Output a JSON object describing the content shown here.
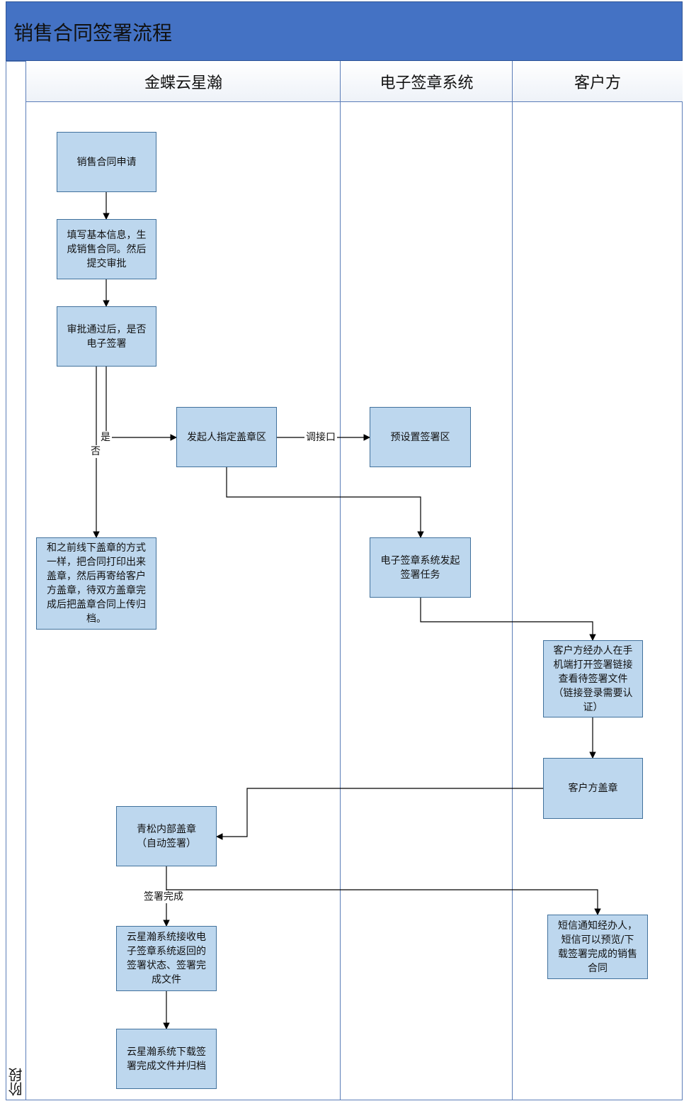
{
  "title": "销售合同签署流程",
  "phase_label": "阶段",
  "lanes": [
    "金蝶云星瀚",
    "电子签章系统",
    "客户方"
  ],
  "nodes": {
    "n1": "销售合同申请",
    "n2": "填写基本信息，生\n成销售合同。然后\n提交审批",
    "n3": "审批通过后，是否\n电子签署",
    "n4": "发起人指定盖章区",
    "n5": "预设置签署区",
    "n6": "和之前线下盖章的方式\n一样，把合同打印出来\n盖章，然后再寄给客户\n方盖章，待双方盖章完\n成后把盖章合同上传归\n档。",
    "n7": "电子签章系统发起\n签署任务",
    "n8": "客户方经办人在手\n机端打开签署链接\n查看待签署文件\n（链接登录需要认\n证）",
    "n9": "客户方盖章",
    "n10": "青松内部盖章\n（自动签署）",
    "n11": "短信通知经办人，\n短信可以预览/下\n载签署完成的销售\n合同",
    "n12": "云星瀚系统接收电\n子签章系统返回的\n签署状态、签署完\n成文件",
    "n13": "云星瀚系统下载签\n署完成文件并归档"
  },
  "edge_labels": {
    "yes": "是",
    "no": "否",
    "interface": "调接口",
    "done": "签署完成"
  },
  "colors": {
    "title_bar": "#4472c4",
    "node_fill": "#bdd7ee",
    "node_border": "#41719c",
    "line": "#000000"
  }
}
